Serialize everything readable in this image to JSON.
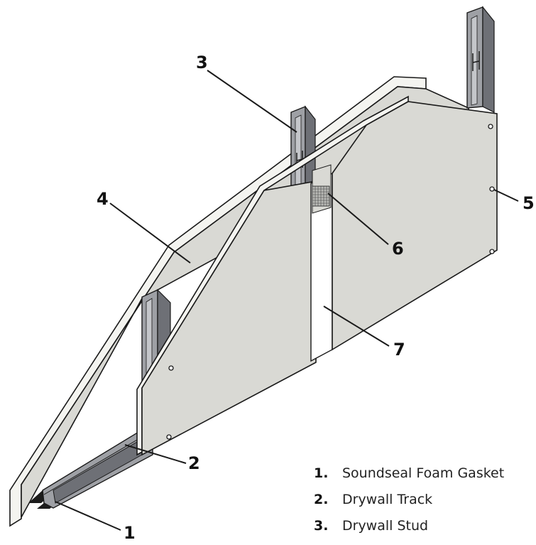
{
  "colors": {
    "board": "#d9d9d4",
    "board_edge": "#f4f4f0",
    "steel": "#9ea0a5",
    "steel_dark": "#6e7076",
    "gasket": "#1c1c1c",
    "outline": "#1a1a1a"
  },
  "callouts": {
    "c1": "1",
    "c2": "2",
    "c3": "3",
    "c4": "4",
    "c5": "5",
    "c6": "6",
    "c7": "7"
  },
  "legend": {
    "items": [
      {
        "num": "1.",
        "label": "Soundseal Foam Gasket"
      },
      {
        "num": "2.",
        "label": "Drywall Track"
      },
      {
        "num": "3.",
        "label": "Drywall Stud"
      }
    ]
  }
}
